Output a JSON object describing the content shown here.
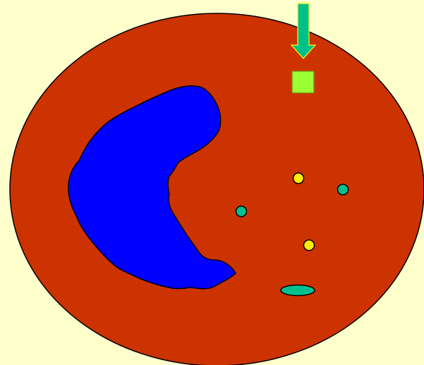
{
  "diagram": {
    "background_color": "#FFFFCC",
    "cell": {
      "shape": "ellipse",
      "fill": "#CC3300",
      "stroke": "#000000"
    },
    "nucleus": {
      "shape": "curved blob",
      "fill": "#0000FF",
      "stroke": "#000000"
    },
    "pointer_arrow": {
      "icon": "down-arrow-icon",
      "fill": "#00C08A",
      "stroke": "#FFFF00",
      "direction": "down"
    },
    "target_square": {
      "fill": "#99FF33",
      "stroke": "#808000"
    },
    "small_yellow_dots": {
      "count": 2,
      "fill": "#FFEE00",
      "stroke": "#000000"
    },
    "small_teal_dots": {
      "count": 2,
      "fill": "#00C090",
      "stroke": "#000000"
    },
    "oval_organelle": {
      "fill": "#00C090",
      "stroke": "#000000"
    },
    "text_labels": []
  }
}
